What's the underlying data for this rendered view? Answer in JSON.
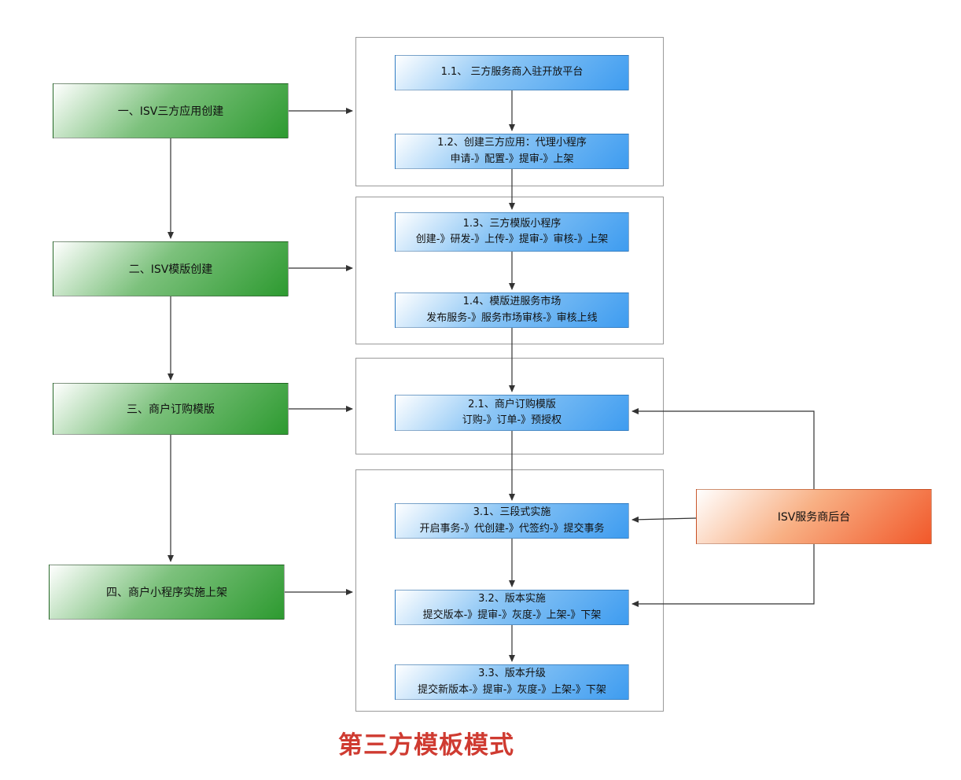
{
  "diagram_title": "第三方模板模式",
  "stages": [
    {
      "label": "一、ISV三方应用创建"
    },
    {
      "label": "二、ISV模版创建"
    },
    {
      "label": "三、商户订购模版"
    },
    {
      "label": "四、商户小程序实施上架"
    }
  ],
  "steps": [
    {
      "title": "1.1、 三方服务商入驻开放平台",
      "sub": ""
    },
    {
      "title": "1.2、创建三方应用：代理小程序",
      "sub": "申请-》配置-》提审-》上架"
    },
    {
      "title": "1.3、三方模版小程序",
      "sub": "创建-》研发-》上传-》提审-》审核-》上架"
    },
    {
      "title": "1.4、模版进服务市场",
      "sub": "发布服务-》服务市场审核-》审核上线"
    },
    {
      "title": "2.1、商户订购模版",
      "sub": "订购-》订单-》预授权"
    },
    {
      "title": "3.1、三段式实施",
      "sub": "开启事务-》代创建-》代签约-》提交事务"
    },
    {
      "title": "3.2、版本实施",
      "sub": "提交版本-》提审-》灰度-》上架-》下架"
    },
    {
      "title": "3.3、版本升级",
      "sub": "提交新版本-》提审-》灰度-》上架-》下架"
    }
  ],
  "backend": {
    "label": "ISV服务商后台"
  },
  "colors": {
    "stage_green": "#2d9a30",
    "step_blue": "#3e9cf0",
    "backend_orange": "#f1582a",
    "title_red": "#cf3b31",
    "container_border": "#9a9a9a",
    "arrow": "#333333"
  }
}
